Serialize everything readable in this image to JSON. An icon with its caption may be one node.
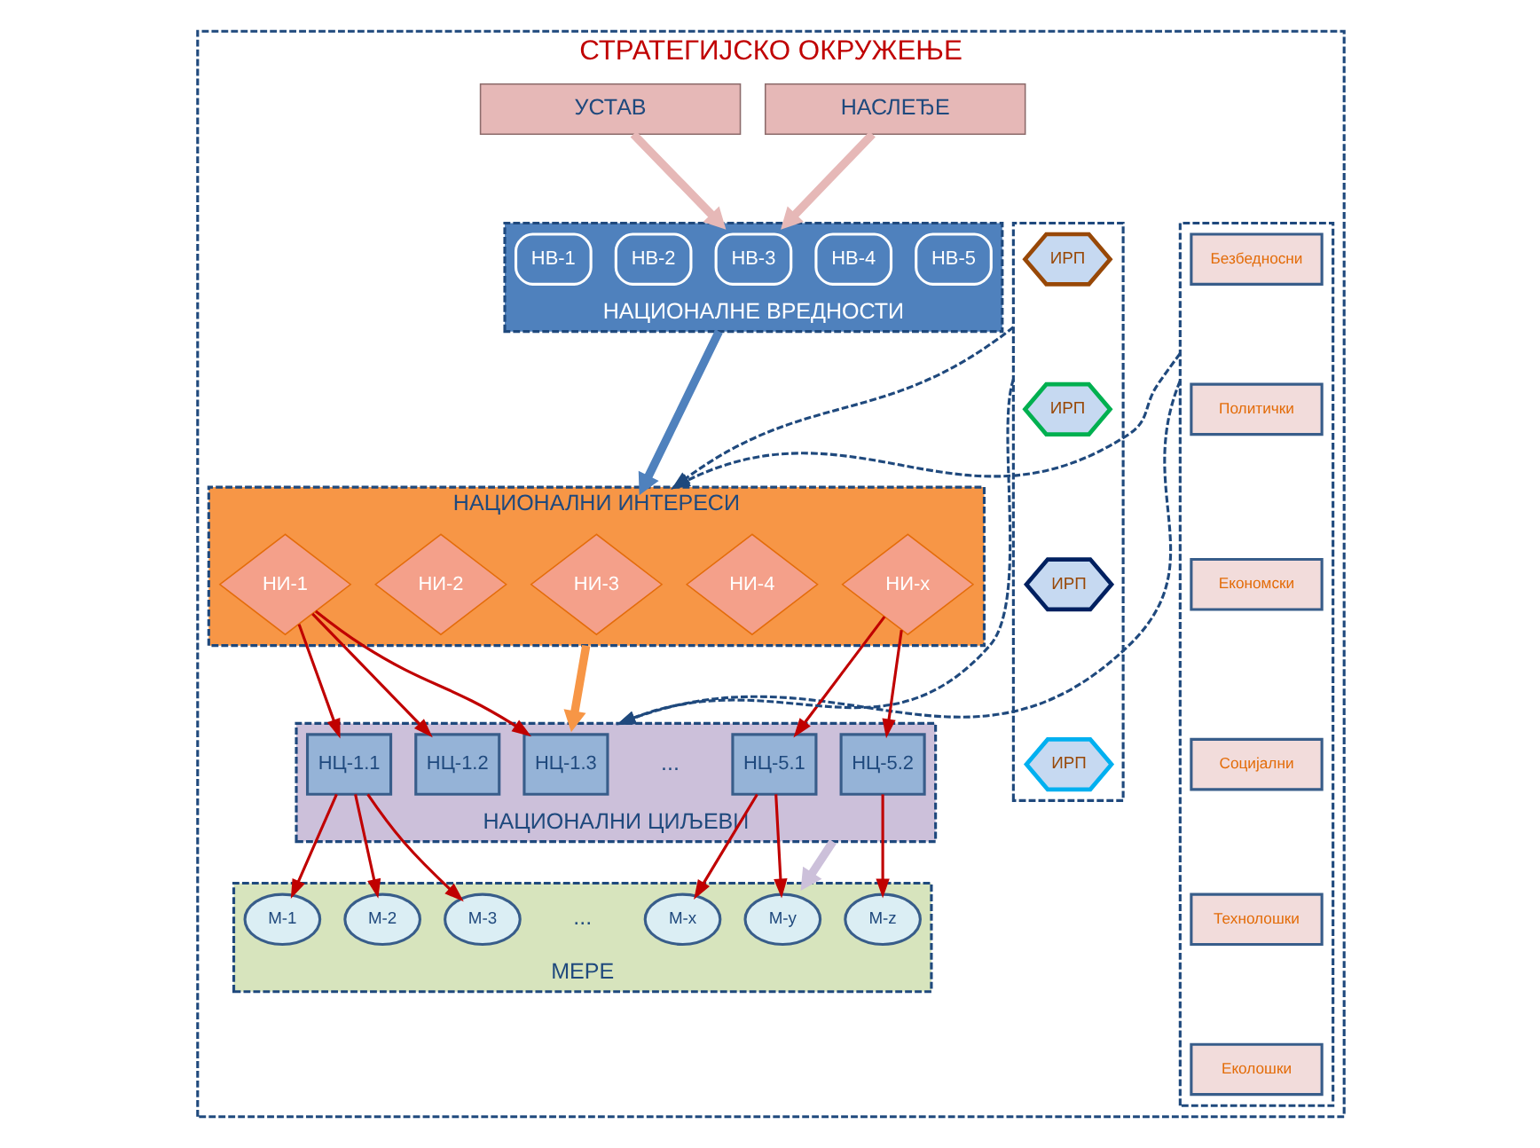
{
  "diagram": {
    "nodes": [
      {
        "text": [
          "СТРАТЕГИЈСКО ОКРУЖЕЊЕ"
        ]
      },
      {
        "text": [
          "УСТАВ"
        ],
        "in": 0
      },
      {
        "text": [
          "НАСЛЕЂЕ"
        ],
        "in": 0
      },
      {
        "text": [
          "НАЦИОНАЛНЕ ВРЕДНОСТИ"
        ],
        "in": 0
      },
      {
        "text": [
          "НВ-1"
        ],
        "in": 3
      },
      {
        "text": [
          "НВ-2"
        ],
        "in": 3
      },
      {
        "text": [
          "НВ-3"
        ],
        "in": 3
      },
      {
        "text": [
          "НВ-4"
        ],
        "in": 3
      },
      {
        "text": [
          "НВ-5"
        ],
        "in": 3
      },
      {
        "text": [],
        "shape": "box",
        "in": 0
      },
      {
        "text": [
          "Безбедносни"
        ],
        "in": 9
      },
      {
        "text": [
          "Политички"
        ],
        "in": 9
      },
      {
        "text": [
          "Економски"
        ],
        "in": 9
      },
      {
        "text": [
          "Социјални"
        ],
        "in": 9
      },
      {
        "text": [
          "Технолошки"
        ],
        "in": 9
      },
      {
        "text": [
          "Еколошки"
        ],
        "in": 9
      },
      {
        "text": [
          "НАЦИОНАЛНИ ИНТЕРЕСИ"
        ],
        "in": 0
      },
      {
        "text": [
          "НИ-1"
        ],
        "in": 16
      },
      {
        "text": [
          "НИ-2"
        ],
        "in": 16
      },
      {
        "text": [
          "НИ-3"
        ],
        "in": 16
      },
      {
        "text": [
          "НИ-4"
        ],
        "in": 16
      },
      {
        "text": [
          "НИ-х"
        ],
        "in": 16
      },
      {
        "text": [],
        "shape": "box",
        "in": 0
      },
      {
        "text": [
          "ИРП"
        ],
        "in": 22
      },
      {
        "text": [
          "ИРП"
        ],
        "in": 22
      },
      {
        "text": [
          "ИРП"
        ],
        "in": 22
      },
      {
        "text": [
          "ИРП"
        ],
        "in": 22
      },
      {
        "text": [
          "НАЦИОНАЛНИ ЦИЉЕВИ"
        ],
        "in": 0
      },
      {
        "text": [
          "НЦ-1.1"
        ],
        "in": 27
      },
      {
        "text": [
          "НЦ-1.2"
        ],
        "in": 27
      },
      {
        "text": [
          "НЦ-1.3"
        ],
        "in": 27
      },
      {
        "text": [
          "НЦ-5.1"
        ],
        "in": 27
      },
      {
        "text": [
          "НЦ-5.2"
        ],
        "in": 27
      },
      {
        "text": [
          "МЕРЕ"
        ],
        "in": 0
      },
      {
        "text": [
          "М-1"
        ],
        "in": 33
      },
      {
        "text": [
          "М-2"
        ],
        "in": 33
      },
      {
        "text": [
          "М-3"
        ],
        "in": 33
      },
      {
        "text": [
          "М-x"
        ],
        "in": 33
      },
      {
        "text": [
          "М-y"
        ],
        "in": 33
      },
      {
        "text": [
          "М-z"
        ],
        "in": 33
      }
    ],
    "edges": [
      {
        "from": 1,
        "to": 3,
        "arrow": "to",
        "style": "thick",
        "color": "#e6b8b7"
      },
      {
        "from": 2,
        "to": 3,
        "arrow": "to",
        "style": "thick",
        "color": "#e6b8b7"
      },
      {
        "from": 3,
        "to": 16,
        "arrow": "to",
        "style": "thick",
        "color": "#4f81bd"
      },
      {
        "from": 9,
        "to": 16,
        "arrow": "to",
        "style": "dashed",
        "color": "#1f497d"
      },
      {
        "from": 9,
        "to": 27,
        "arrow": "to",
        "style": "dashed",
        "color": "#1f497d"
      },
      {
        "from": 22,
        "to": 16,
        "arrow": "to",
        "style": "dashed",
        "color": "#1f497d"
      },
      {
        "from": 22,
        "to": 27,
        "arrow": "to",
        "style": "dashed",
        "color": "#1f497d"
      },
      {
        "from": 16,
        "to": 27,
        "arrow": "to",
        "style": "thick",
        "color": "#f79646"
      },
      {
        "from": 27,
        "to": 33,
        "arrow": "to",
        "style": "thick",
        "color": "#ccc0da"
      },
      {
        "from": 17,
        "to": 28,
        "arrow": "to"
      },
      {
        "from": 17,
        "to": 29,
        "arrow": "to"
      },
      {
        "from": 17,
        "to": 30,
        "arrow": "to"
      },
      {
        "from": 21,
        "to": 31,
        "arrow": "to"
      },
      {
        "from": 21,
        "to": 32,
        "arrow": "to"
      },
      {
        "from": 28,
        "to": 34,
        "arrow": "to"
      },
      {
        "from": 28,
        "to": 35,
        "arrow": "to"
      },
      {
        "from": 28,
        "to": 36,
        "arrow": "to"
      },
      {
        "from": 31,
        "to": 37,
        "arrow": "to"
      },
      {
        "from": 31,
        "to": 38,
        "arrow": "to"
      },
      {
        "from": 32,
        "to": 39,
        "arrow": "to"
      }
    ],
    "labels": [
      "...",
      "..."
    ]
  }
}
